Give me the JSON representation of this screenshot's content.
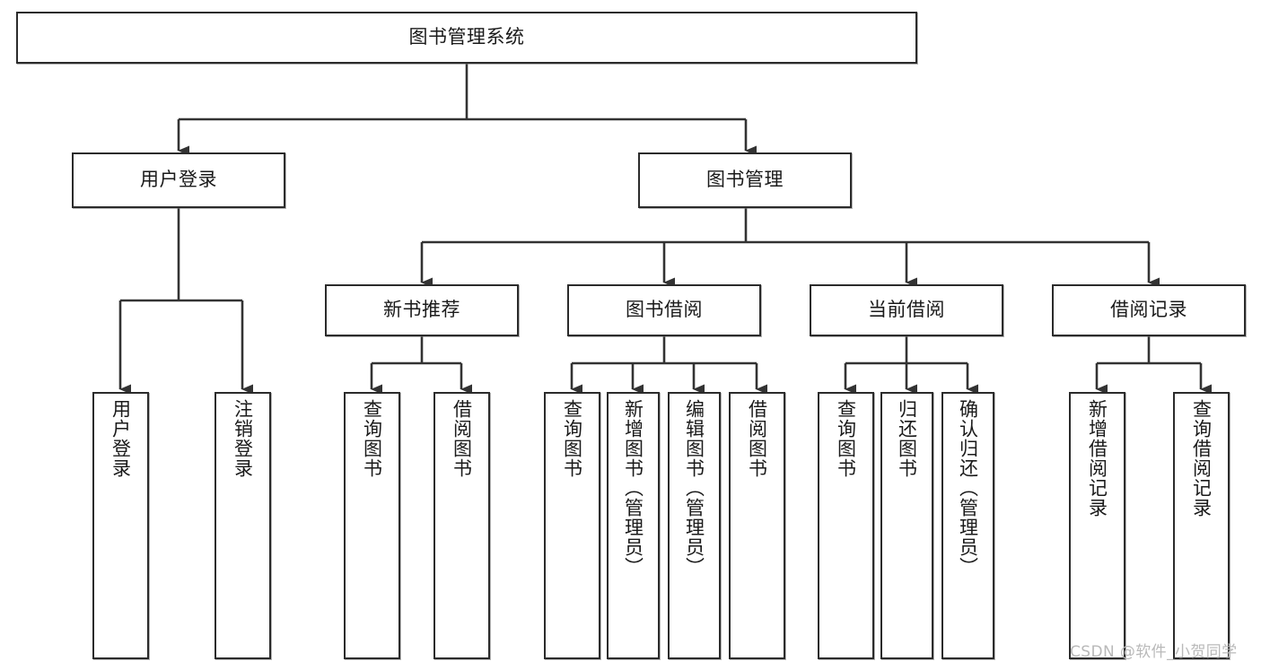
{
  "diagram": {
    "type": "tree-hierarchy-diagram",
    "title": "图书管理系统",
    "style": {
      "background": "#ffffff",
      "box_border": "#2b2b2b",
      "box_fill": "#ffffff",
      "text": "#1a1a1a",
      "connector": "#333333",
      "watermark": "#b9b9b9"
    },
    "nodes": {
      "root": {
        "label": "图书管理系统",
        "level": 1,
        "orientation": "horizontal"
      },
      "l2": [
        {
          "id": "user-login",
          "label": "用户登录",
          "level": 2,
          "orientation": "horizontal"
        },
        {
          "id": "book-manage",
          "label": "图书管理",
          "level": 2,
          "orientation": "horizontal"
        }
      ],
      "l3": [
        {
          "id": "new-book-recommend",
          "label": "新书推荐",
          "level": 3,
          "orientation": "horizontal"
        },
        {
          "id": "book-borrow",
          "label": "图书借阅",
          "level": 3,
          "orientation": "horizontal"
        },
        {
          "id": "current-borrow",
          "label": "当前借阅",
          "level": 3,
          "orientation": "horizontal"
        },
        {
          "id": "borrow-record",
          "label": "借阅记录",
          "level": 3,
          "orientation": "horizontal"
        }
      ],
      "leaves": [
        {
          "id": "leaf-user-login",
          "label": "用户登录",
          "parent": "user-login",
          "orientation": "vertical"
        },
        {
          "id": "leaf-user-logout",
          "label": "注销登录",
          "parent": "user-login",
          "orientation": "vertical"
        },
        {
          "id": "leaf-query-book-1",
          "label": "查询图书",
          "parent": "new-book-recommend",
          "orientation": "vertical"
        },
        {
          "id": "leaf-borrow-book-1",
          "label": "借阅图书",
          "parent": "new-book-recommend",
          "orientation": "vertical"
        },
        {
          "id": "leaf-query-book-2",
          "label": "查询图书",
          "parent": "book-borrow",
          "orientation": "vertical"
        },
        {
          "id": "leaf-add-book",
          "label": "新增图书（管理员）",
          "parent": "book-borrow",
          "orientation": "vertical"
        },
        {
          "id": "leaf-edit-book",
          "label": "编辑图书（管理员）",
          "parent": "book-borrow",
          "orientation": "vertical"
        },
        {
          "id": "leaf-borrow-book-2",
          "label": "借阅图书",
          "parent": "book-borrow",
          "orientation": "vertical"
        },
        {
          "id": "leaf-query-book-3",
          "label": "查询图书",
          "parent": "current-borrow",
          "orientation": "vertical"
        },
        {
          "id": "leaf-return-book",
          "label": "归还图书",
          "parent": "current-borrow",
          "orientation": "vertical"
        },
        {
          "id": "leaf-confirm-return",
          "label": "确认归还（管理员）",
          "parent": "current-borrow",
          "orientation": "vertical"
        },
        {
          "id": "leaf-add-record",
          "label": "新增借阅记录",
          "parent": "borrow-record",
          "orientation": "vertical"
        },
        {
          "id": "leaf-query-record",
          "label": "查询借阅记录",
          "parent": "borrow-record",
          "orientation": "vertical"
        }
      ]
    }
  },
  "watermark": {
    "text": "CSDN @软件_小贺同学"
  }
}
